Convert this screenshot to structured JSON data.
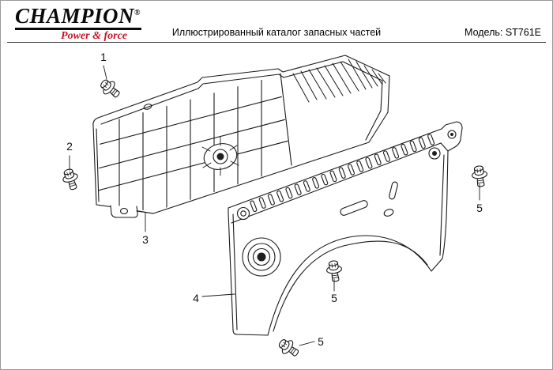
{
  "header": {
    "logo": {
      "brand": "CHAMPION",
      "reg": "®",
      "tagline": "Power & force"
    },
    "subtitle": "Иллюстрированный каталог запасных частей",
    "model": "Модель: ST761E"
  },
  "callouts": [
    {
      "label": "1"
    },
    {
      "label": "2"
    },
    {
      "label": "3"
    },
    {
      "label": "4"
    },
    {
      "label": "5"
    },
    {
      "label": "5"
    },
    {
      "label": "5"
    }
  ],
  "colors": {
    "tagline_red": "#c41425",
    "line_art": "#1a1a1a"
  }
}
